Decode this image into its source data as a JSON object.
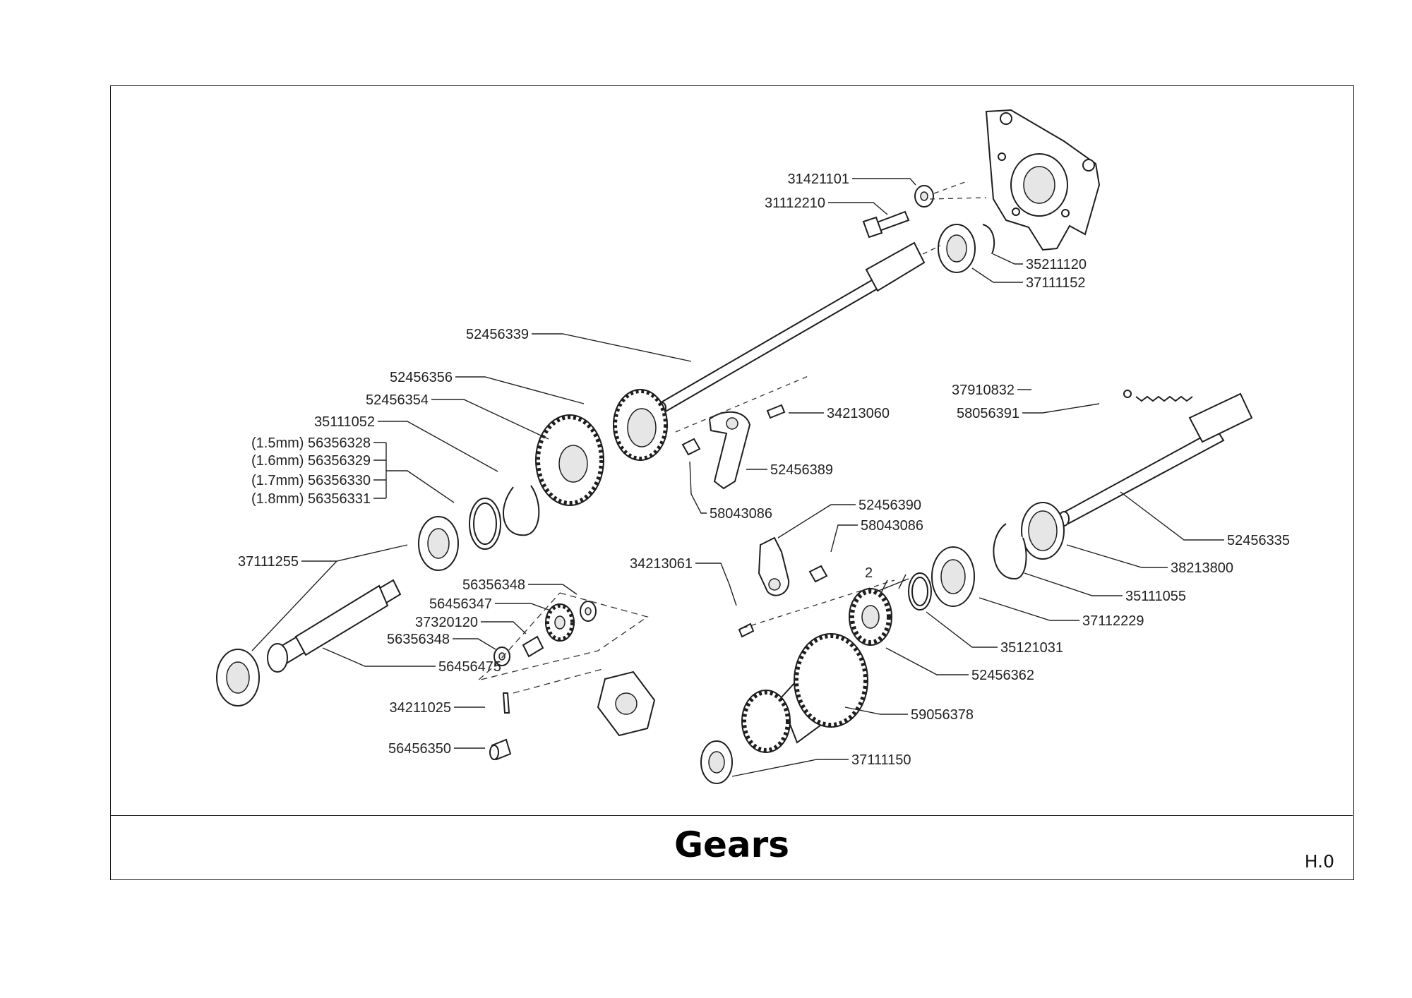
{
  "title": "Gears",
  "sheet_code": "H.0",
  "part_labels": {
    "p31421101": "31421101",
    "p31112210": "31112210",
    "p35211120": "35211120",
    "p37111152": "37111152",
    "p52456339": "52456339",
    "p52456356": "52456356",
    "p52456354": "52456354",
    "p35111052": "35111052",
    "p56356328": "(1.5mm)  56356328",
    "p56356329": "(1.6mm)  56356329",
    "p56356330": "(1.7mm)  56356330",
    "p56356331": "(1.8mm)  56356331",
    "p34213060": "34213060",
    "p52456389": "52456389",
    "p58043086a": "58043086",
    "p37910832": "37910832",
    "p58056391": "58056391",
    "p52456390": "52456390",
    "p58043086b": "58043086",
    "p52456335": "52456335",
    "p38213800": "38213800",
    "p35111055": "35111055",
    "p37112229": "37112229",
    "p35121031": "35121031",
    "p52456362": "52456362",
    "p59056378": "59056378",
    "p37111150": "37111150",
    "p37111255": "37111255",
    "p56356348a": "56356348",
    "p56456347": "56456347",
    "p37320120": "37320120",
    "p56356348b": "56356348",
    "p56456475": "56456475",
    "p34211025": "34211025",
    "p56456350": "56456350",
    "p34213061": "34213061",
    "dim2": "2"
  }
}
